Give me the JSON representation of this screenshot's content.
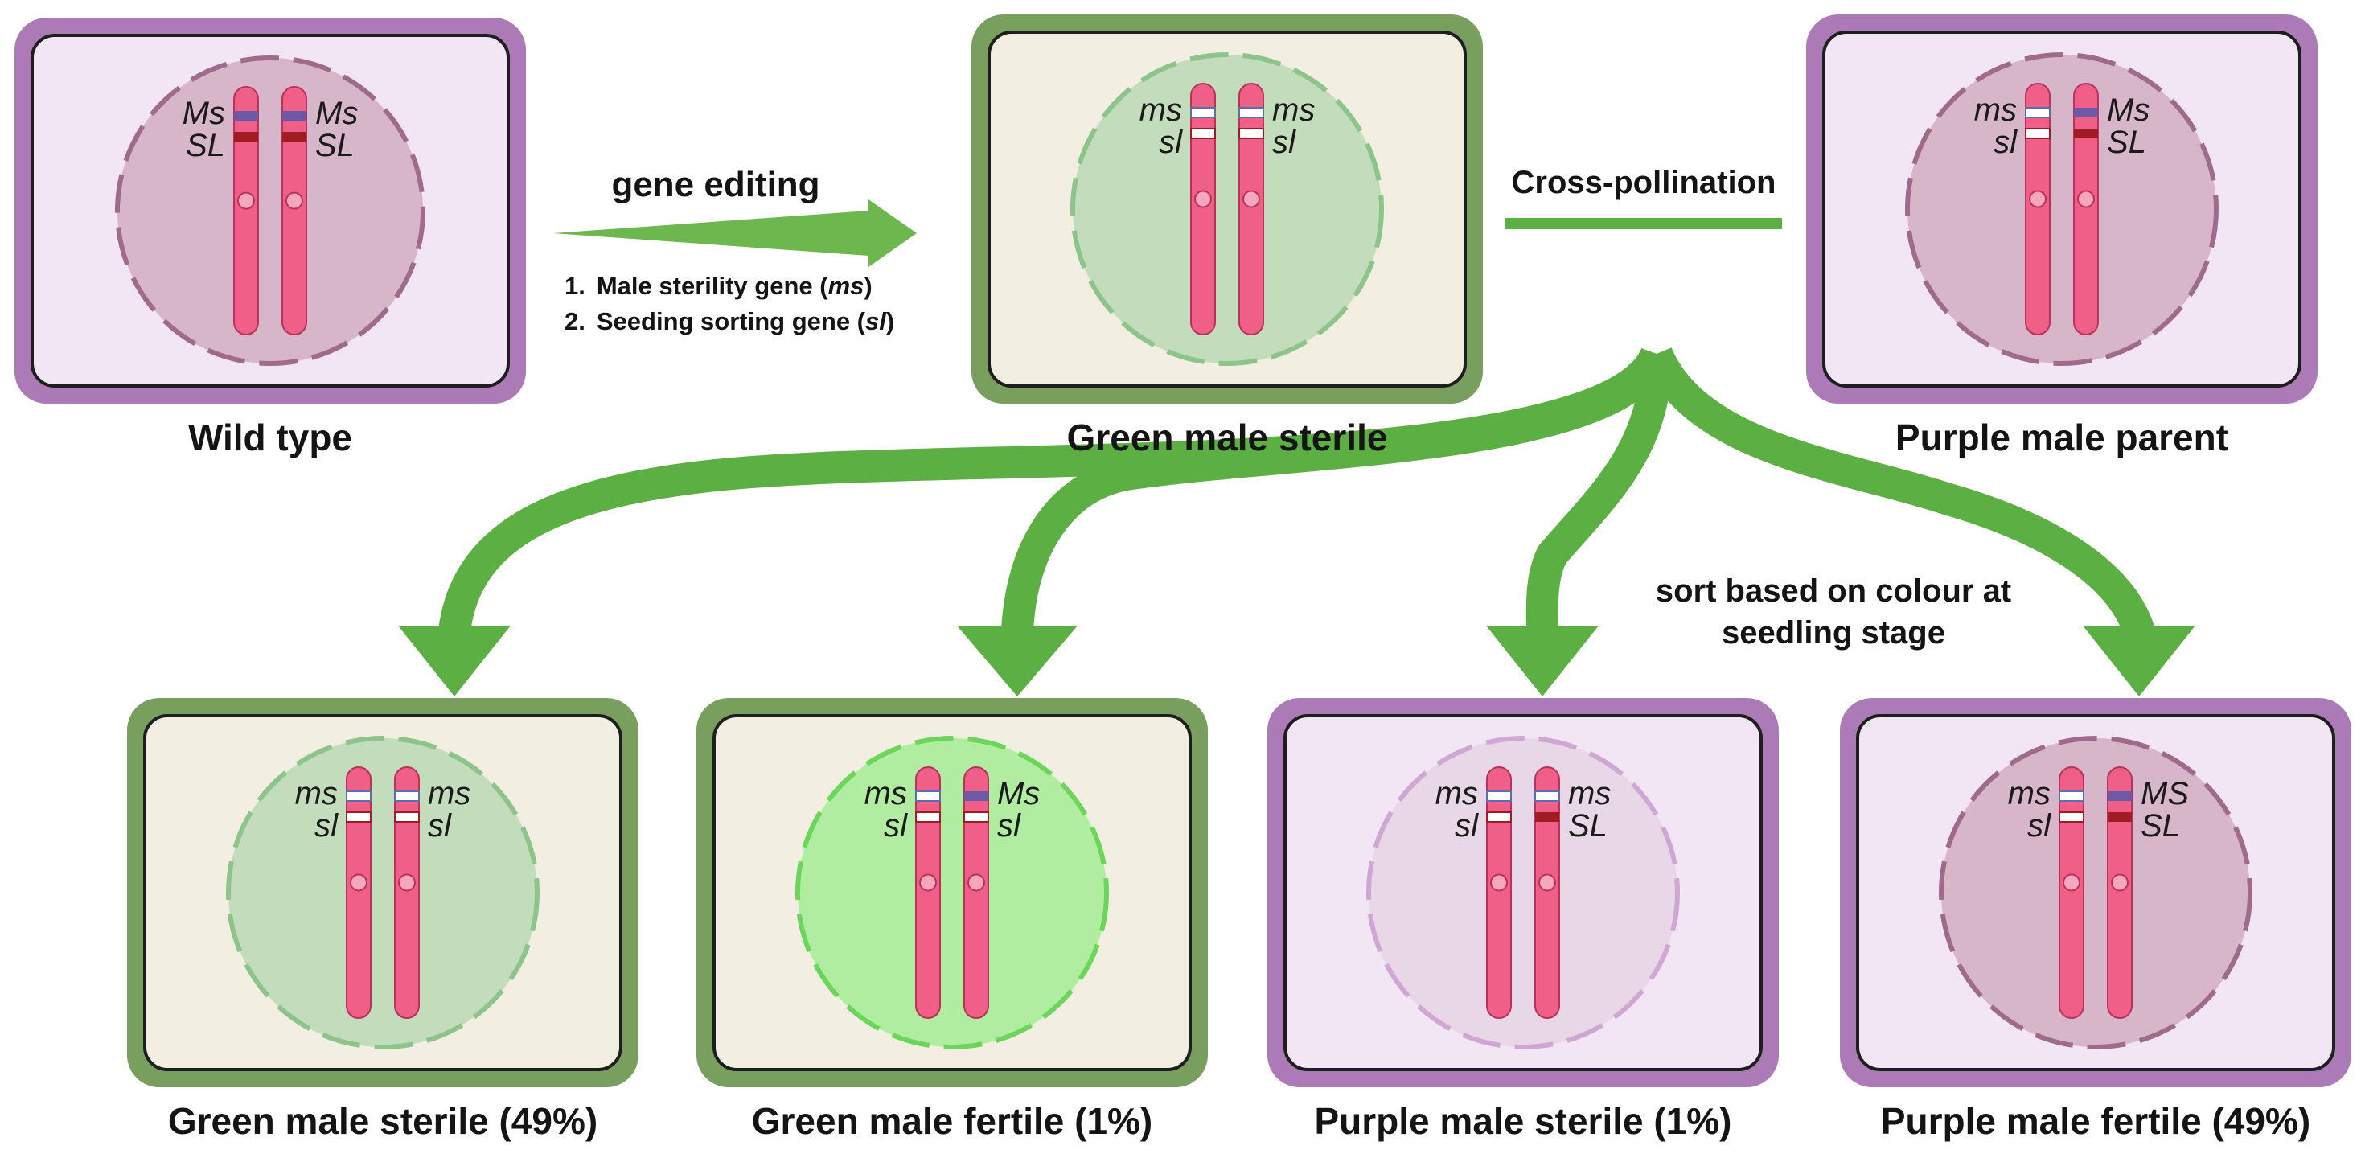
{
  "colors": {
    "green_frame": "#789f5e",
    "green_panel": "#f2efe2",
    "purple_frame": "#ad7ab8",
    "purple_panel": "#f2e5f4",
    "arrow_green": "#5caf42",
    "chromosome": "#ef5f87",
    "dominant_band": "#6d5aa6",
    "dominant_sl_band": "#a11c22"
  },
  "top": {
    "wild_type": {
      "caption": "Wild type",
      "left": [
        "Ms",
        "SL"
      ],
      "right": [
        "Ms",
        "SL"
      ]
    },
    "green_parent": {
      "caption": "Green male sterile",
      "left": [
        "ms",
        "sl"
      ],
      "right": [
        "ms",
        "sl"
      ]
    },
    "purple_parent": {
      "caption": "Purple male parent",
      "left": [
        "ms",
        "sl"
      ],
      "right": [
        "Ms",
        "SL"
      ]
    }
  },
  "edit": {
    "title": "gene editing",
    "items": [
      {
        "num": "1.",
        "text": "Male sterility gene (",
        "gene": "ms",
        "close": ")"
      },
      {
        "num": "2.",
        "text": "Seeding sorting gene (",
        "gene": "sl",
        "close": ")"
      }
    ]
  },
  "cross_label": "Cross-pollination",
  "sort_note": [
    "sort based on colour at",
    "seedling stage"
  ],
  "offspring": [
    {
      "caption": "Green male sterile (49%)",
      "left": [
        "ms",
        "sl"
      ],
      "right": [
        "ms",
        "sl"
      ]
    },
    {
      "caption": "Green male fertile (1%)",
      "left": [
        "ms",
        "sl"
      ],
      "right": [
        "Ms",
        "sl"
      ]
    },
    {
      "caption": "Purple male sterile (1%)",
      "left": [
        "ms",
        "sl"
      ],
      "right": [
        "ms",
        "SL"
      ]
    },
    {
      "caption": "Purple male fertile (49%)",
      "left": [
        "ms",
        "sl"
      ],
      "right": [
        "MS",
        "SL"
      ]
    }
  ],
  "icons": [
    "chromosome-pair-icon",
    "cell-nucleus-icon",
    "arrow-right-icon",
    "branching-arrow-icon"
  ]
}
